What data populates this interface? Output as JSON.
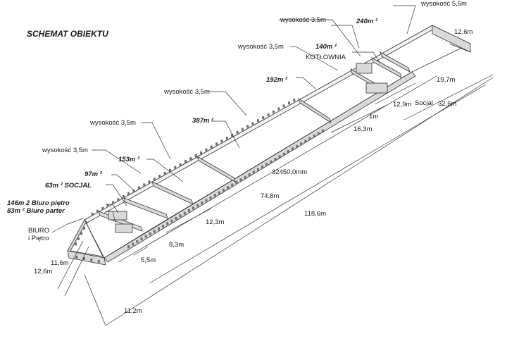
{
  "title": "SCHEMAT OBIEKTU",
  "labels": {
    "h1": "wysokość 5,5m",
    "h2": "wysokość 3,5m",
    "h3": "wysokość 3,5m",
    "h4": "wysokość 3,5m",
    "h5": "wysokość 3,5m",
    "h6": "wysokość 3,5m",
    "kotlownia": "KOTŁOWNIA",
    "socjal": "Socjal",
    "biuro": "BIURO",
    "biuro2": "i Piętro"
  },
  "areas": {
    "a240": "240m ²",
    "a140": "140m ²",
    "a192": "192m ²",
    "a387": "387m ²",
    "a153": "153m ²",
    "a97": "97m ²",
    "a63": "63m ² SOCJAL",
    "a146": "146m 2 Biuro piętro",
    "a83": "83m ² Biuro parter"
  },
  "dims": {
    "d126a": "12,6m",
    "d197": "19,7m",
    "d326": "32,6m",
    "d129": "12,9m",
    "d1": "1m",
    "d163": "16,3m",
    "d32450": "32450,0mm",
    "d748": "74,8m",
    "d1186": "118,6m",
    "d123": "12,3m",
    "d83": "8,3m",
    "d55": "5,5m",
    "d116": "11,6m",
    "d126b": "12,6m",
    "d112": "11,2m"
  }
}
